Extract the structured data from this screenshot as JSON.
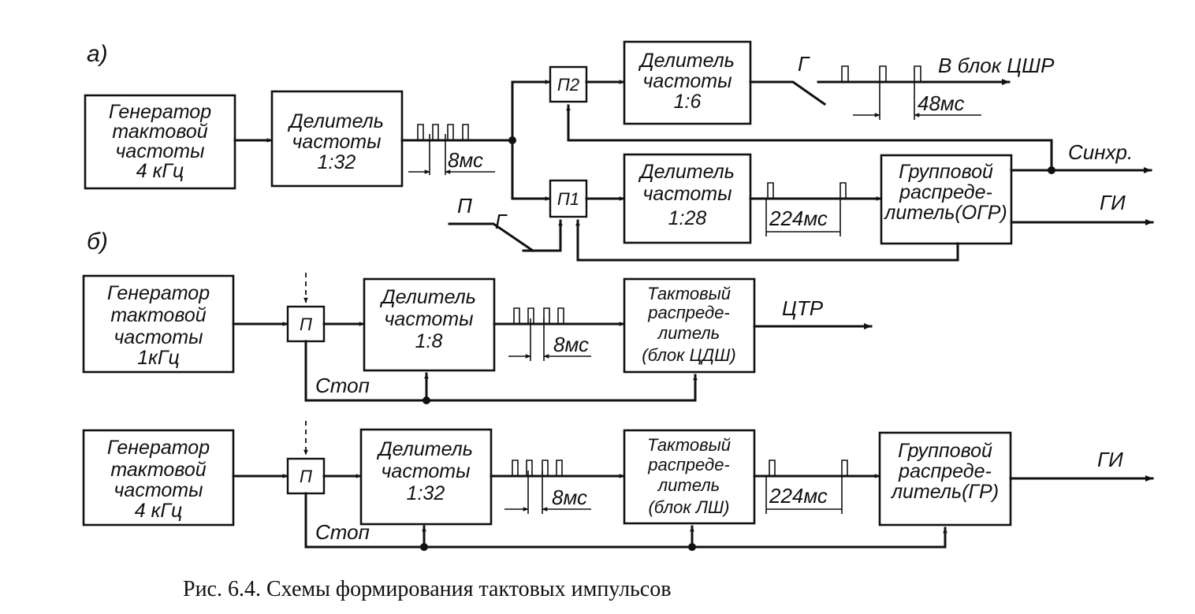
{
  "parts": {
    "a": "а)",
    "b": "б)"
  },
  "blocks": {
    "gen_a": [
      "Генератор",
      "тактовой",
      "частоты",
      "4 кГц"
    ],
    "div_a": [
      "Делитель",
      "частоты",
      "1:32"
    ],
    "div_top": [
      "Делитель",
      "частоты",
      "1:6"
    ],
    "div_mid": [
      "Делитель",
      "частоты",
      "1:28"
    ],
    "ogr": [
      "Групповой",
      "распреде-",
      "литель(ОГР)"
    ],
    "gen_b1": [
      "Генератор",
      "тактовой",
      "частоты",
      "1кГц"
    ],
    "div_b1": [
      "Делитель",
      "частоты",
      "1:8"
    ],
    "tr_b1": [
      "Тактовый",
      "распреде-",
      "литель",
      "(блок ЦДШ)"
    ],
    "gen_b2": [
      "Генератор",
      "тактовой",
      "частоты",
      "4 кГц"
    ],
    "div_b2": [
      "Делитель",
      "частоты",
      "1:32"
    ],
    "tr_b2": [
      "Тактовый",
      "распреде-",
      "литель",
      "(блок ЛШ)"
    ],
    "gr_b2": [
      "Групповой",
      "распреде-",
      "литель(ГР)"
    ]
  },
  "gates": {
    "p2": "П2",
    "p1": "П1",
    "p_b1": "П",
    "p_b2": "П"
  },
  "signals": {
    "to_cshr": "В блок ЦШР",
    "sync": "Синхр.",
    "gi_a": "ГИ",
    "ctr": "ЦТР",
    "gi_b": "ГИ",
    "stop_1": "Стоп",
    "stop_2": "Стоп",
    "p_switch": "П",
    "g_switch_top": "Г",
    "g_switch_bottom": "Г"
  },
  "intervals": {
    "a_8ms": "8мс",
    "a_48ms": "48мс",
    "a_224ms": "224мс",
    "b1_8ms": "8мс",
    "b2_8ms": "8мс",
    "b2_224ms": "224мс"
  },
  "caption": "Рис. 6.4. Схемы формирования тактовых импульсов"
}
